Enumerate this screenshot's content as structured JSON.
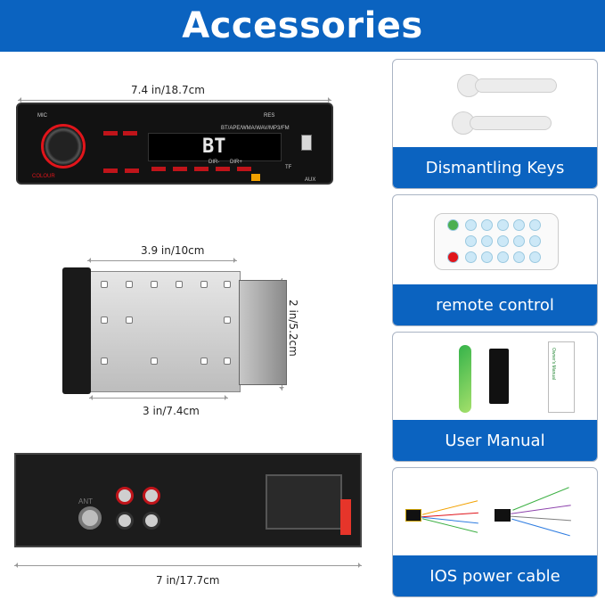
{
  "banner": {
    "title": "Accessories"
  },
  "dimensions": {
    "front_width": "7.4 in/18.7cm",
    "chassis_top": "3.9 in/10cm",
    "chassis_height": "2 in/5.2cm",
    "chassis_bottom": "3 in/7.4cm",
    "back_width": "7 in/17.7cm"
  },
  "radio_front": {
    "display_text": "BT",
    "display_modes": "BT/APE/WMA/WAV/MP3/FM",
    "mic": "MIC",
    "res": "RES",
    "colour": "COLOUR",
    "aux": "AUX",
    "tf": "TF",
    "dirl": "DIR-",
    "dirplus": "DIR+"
  },
  "back_panel": {
    "ant": "ANT"
  },
  "cards": [
    {
      "label": "Dismantling Keys",
      "icon": "dismantling-keys-icon"
    },
    {
      "label": "remote control",
      "icon": "remote-control-icon"
    },
    {
      "label": "User Manual",
      "icon": "user-manual-icon"
    },
    {
      "label": "IOS power cable",
      "icon": "power-cable-icon"
    }
  ],
  "manual": {
    "cover_text": "Owner's Manual"
  },
  "colors": {
    "brand_blue": "#0b63c0",
    "accent_red": "#e0151b"
  }
}
